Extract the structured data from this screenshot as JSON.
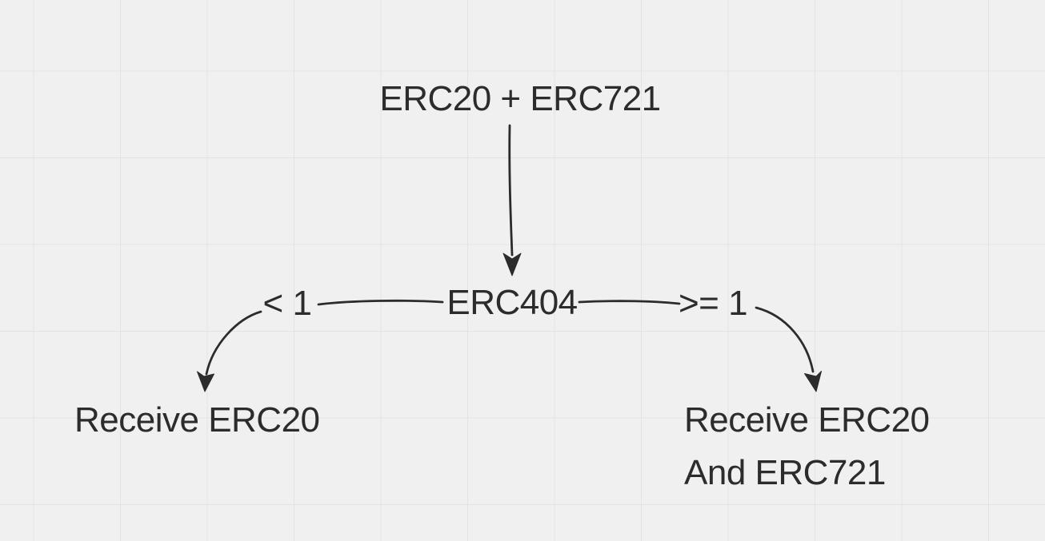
{
  "canvas": {
    "background_color": "#f0f0f0",
    "grid_line_color": "#e3e3e3"
  },
  "diagram": {
    "stroke_color": "#2c2c2c",
    "accent_color": "#d35136",
    "nodes": {
      "top": "ERC20 + ERC721",
      "center": "ERC404",
      "left_branch_label": "< 1",
      "right_branch_label": ">= 1",
      "left_result": "Receive ERC20",
      "right_result_line1": "Receive ERC20",
      "right_result_line2": "And ERC721"
    }
  }
}
